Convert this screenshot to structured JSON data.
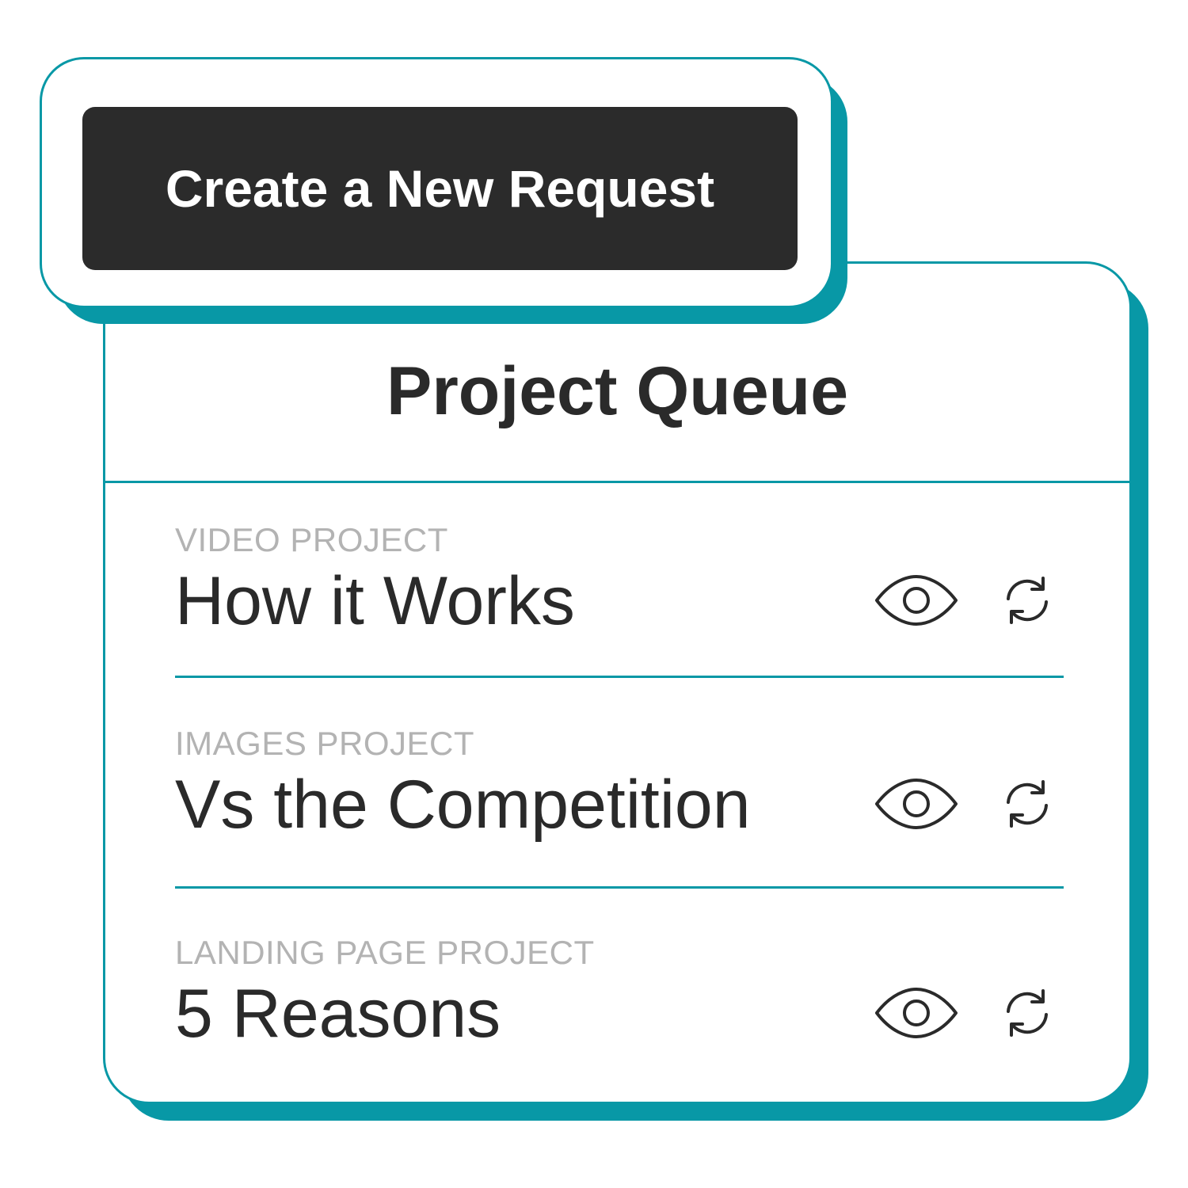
{
  "cta": {
    "label": "Create a New Request"
  },
  "queue": {
    "title": "Project Queue",
    "items": [
      {
        "category": "VIDEO PROJECT",
        "title": "How it Works",
        "actions": [
          "eye-icon",
          "refresh-icon"
        ]
      },
      {
        "category": "IMAGES PROJECT",
        "title": "Vs the Competition",
        "actions": [
          "eye-icon",
          "refresh-icon"
        ]
      },
      {
        "category": "LANDING PAGE PROJECT",
        "title": "5 Reasons",
        "actions": [
          "eye-icon",
          "refresh-icon"
        ]
      }
    ]
  },
  "colors": {
    "accent": "#0898a6",
    "button_bg": "#2b2b2b",
    "text_primary": "#2a2a2a",
    "text_muted": "#b3b3b3"
  }
}
